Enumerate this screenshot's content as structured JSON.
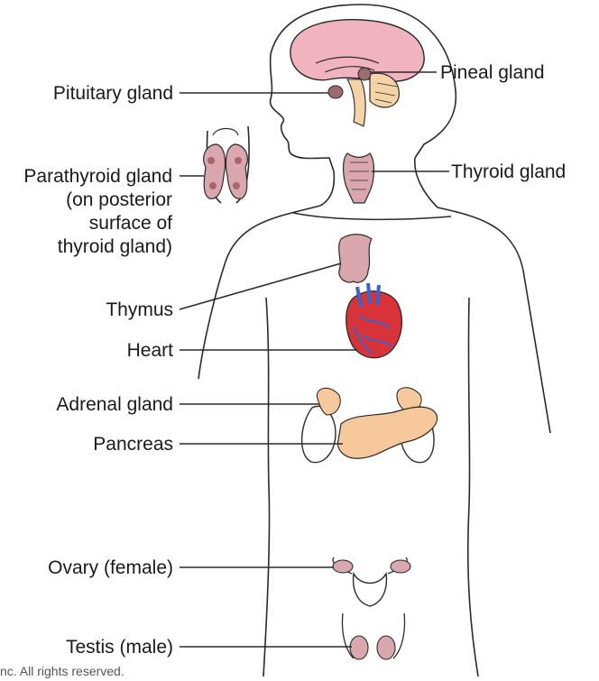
{
  "labels": {
    "pineal": "Pineal gland",
    "pituitary": "Pituitary gland",
    "thyroid": "Thyroid gland",
    "parathyroid": "Parathyroid gland\n(on posterior\nsurface of\nthyroid gland)",
    "thymus": "Thymus",
    "heart": "Heart",
    "adrenal": "Adrenal gland",
    "pancreas": "Pancreas",
    "ovary": "Ovary (female)",
    "testis": "Testis (male)"
  },
  "copyright": "nc. All rights reserved.",
  "colors": {
    "brain": "#f0b3bf",
    "gland": "#d9a7ad",
    "pancreas": "#f7c89c",
    "heart_red": "#d9333a",
    "heart_blue": "#3a62c9",
    "outline": "#2a2a2a"
  }
}
